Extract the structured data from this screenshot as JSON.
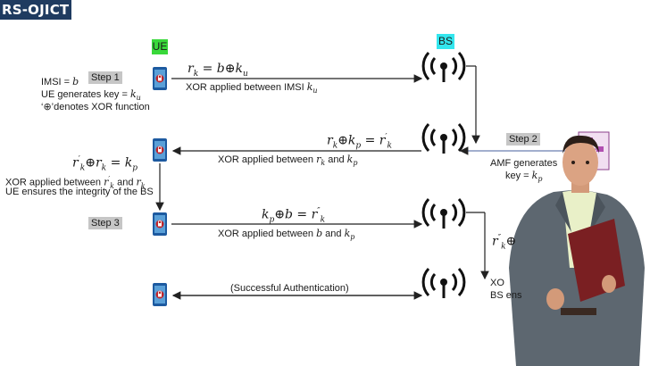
{
  "brand": "RS-OJICT",
  "entities": {
    "ue": "UE",
    "bs": "BS"
  },
  "steps": {
    "s1": "Step 1",
    "s2": "Step 2",
    "s3": "Step 3"
  },
  "step1": {
    "imsi_label": "IMSI = ",
    "imsi_var": "b",
    "gen_key": "UE generates key = ",
    "key_var": "k",
    "key_sub": "u",
    "xor_note": "‘⊕’denotes XOR function"
  },
  "msg1": {
    "eq_r": "r",
    "eq_r_sub": "k",
    "eq_rhs": " = b⊕k",
    "eq_rhs_sub": "u",
    "caption": "XOR applied between IMSI ",
    "caption_var": "k",
    "caption_sub": "u"
  },
  "step2": {
    "amf_line1": "AMF generates",
    "amf_line2": "key = ",
    "key_var": "k",
    "key_sub": "p"
  },
  "msg2": {
    "eq_lhs": "r",
    "eq_lhs_sub": "k",
    "eq_mid": "⊕k",
    "eq_mid_sub": "p",
    "eq_eq": " = r",
    "eq_rhs_sup": "′",
    "eq_rhs_sub": "k",
    "caption": "XOR applied between ",
    "caption_v1": "r",
    "caption_v1_sub": "k",
    "caption_and": " and ",
    "caption_v2": "k",
    "caption_v2_sub": "p"
  },
  "ue_verify": {
    "eq_lhs": "r",
    "eq_lhs_sup": "′",
    "eq_lhs_sub": "k",
    "eq_mid": "⊕r",
    "eq_mid_sub": "k",
    "eq_rhs": " = k",
    "eq_rhs_sub": "p",
    "line1": "XOR applied between ",
    "line1_v1": "r",
    "line1_v1_sup": "′",
    "line1_v1_sub": "k",
    "line1_and": " and ",
    "line1_v2": "r",
    "line1_v2_sub": "k",
    "line2": "UE ensures the integrity of the BS"
  },
  "msg3": {
    "eq_lhs": "k",
    "eq_lhs_sub": "p",
    "eq_mid": "⊕b = r",
    "eq_rhs_sup": "″",
    "eq_rhs_sub": "k",
    "caption": "XOR applied between ",
    "caption_v1": "b",
    "caption_and": " and ",
    "caption_v2": "k",
    "caption_v2_sub": "p"
  },
  "bs_verify": {
    "eq": "r",
    "eq_sup": "″",
    "eq_sub": "k",
    "eq_tail": "⊕",
    "line1": "XO",
    "line2": "BS ens"
  },
  "msg4": {
    "caption": "(Successful Authentication)"
  },
  "colors": {
    "ue_label": "#39d83a",
    "bs_label": "#33e6ee",
    "brand_bg": "#1f3b60",
    "step_bg": "#c6c6c6",
    "phone": "#1d5aa0"
  }
}
